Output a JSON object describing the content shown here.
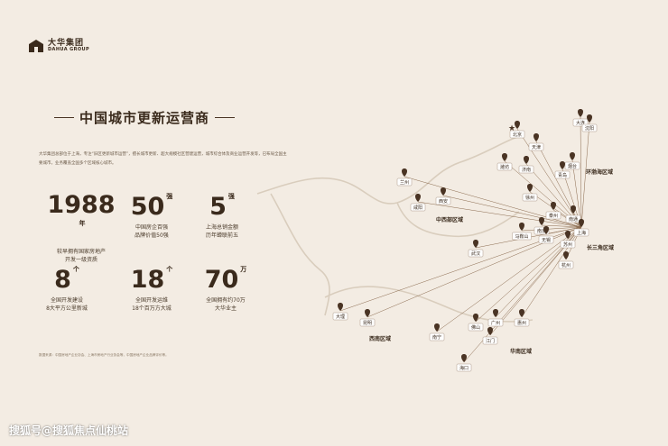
{
  "brand": {
    "name_cn": "大华集团",
    "name_en": "DAHUA GROUP"
  },
  "headline": "中国城市更新运营商",
  "intro": "大华集团总部位于上海，专注“旧区更新城市运营”，擅长城市更新、超大规模社区营建运营，城市综合体及商业运营开发等，已布局全国主要城市，业务覆盖全国多个区域核心城市。",
  "stats": [
    {
      "number": "1988",
      "unit": "年",
      "desc": "较早拥有国家房地产\n开发一级资质"
    },
    {
      "number": "50",
      "unit": "强",
      "desc": "中国房企百强\n品牌价值50强"
    },
    {
      "number": "5",
      "unit": "强",
      "desc": "上海总销金额\n历年蝉联前五"
    },
    {
      "number": "8",
      "unit": "个",
      "desc": "全国开发建设\n8大平方公里新城"
    },
    {
      "number": "18",
      "unit": "个",
      "desc": "全国开发运维\n18个百万方大城"
    },
    {
      "number": "70",
      "unit": "万",
      "desc": "全国拥有约70万\n大华业主"
    }
  ],
  "footnote": "数据来源：中国房地产企业协会、上海市房地产行业协会等，中国房地产企业品牌评价等。",
  "watermark": "搜狐号@搜狐焦点仙桃站",
  "map": {
    "hub": "上海",
    "capital": "北京",
    "cities": [
      "北京",
      "天津",
      "大连",
      "沈阳",
      "烟台",
      "青岛",
      "济南",
      "潍坊",
      "兰州",
      "西安",
      "咸阳",
      "徐州",
      "南通",
      "泰州",
      "南京",
      "马鞍山",
      "无锡",
      "苏州",
      "上海",
      "杭州",
      "武汉",
      "大理",
      "昆明",
      "南宁",
      "佛山",
      "广州",
      "惠州",
      "江门",
      "海口"
    ],
    "regions": [
      "环渤海区域",
      "中西部区域",
      "长三角区域",
      "西南区域",
      "华南区域"
    ]
  },
  "colors": {
    "background": "#f3ece3",
    "pin": "#4a3424",
    "line": "#8a6a4e",
    "map_outline": "#d9cdbd"
  }
}
